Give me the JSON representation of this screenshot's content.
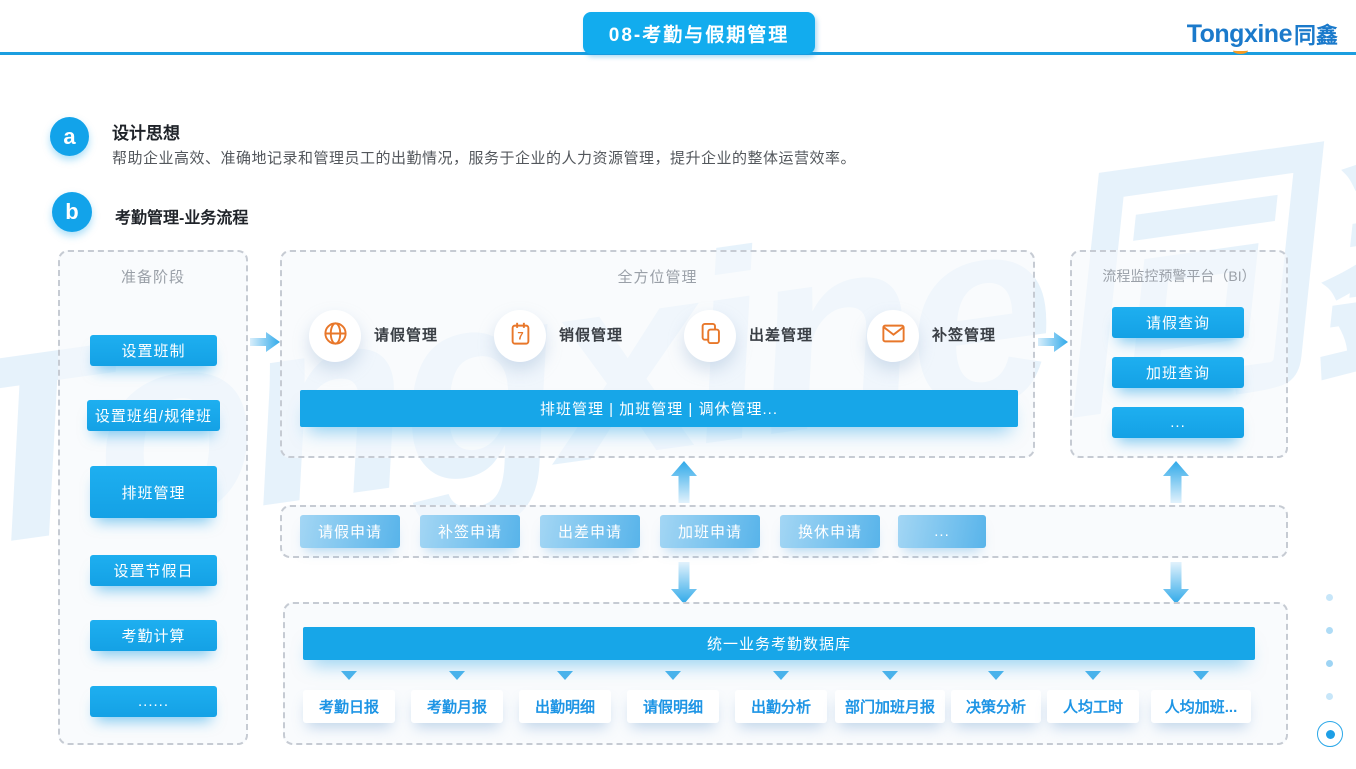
{
  "watermark": "Tongxine同鑫",
  "header": {
    "banner": "08-考勤与假期管理",
    "logo_en": "Tongxine",
    "logo_cn": "同鑫"
  },
  "section_a": {
    "badge": "a",
    "title": "设计思想",
    "description": "帮助企业高效、准确地记录和管理员工的出勤情况，服务于企业的人力资源管理，提升企业的整体运营效率。"
  },
  "section_b": {
    "badge": "b",
    "title": "考勤管理-业务流程"
  },
  "prep": {
    "title": "准备阶段",
    "buttons": [
      "设置班制",
      "设置班组/规律班",
      "排班管理",
      "设置节假日",
      "考勤计算",
      "......"
    ]
  },
  "management": {
    "title": "全方位管理",
    "calendar_digit": "7",
    "items": [
      {
        "icon": "globe-icon",
        "label": "请假管理"
      },
      {
        "icon": "calendar-icon",
        "label": "销假管理"
      },
      {
        "icon": "copy-icon",
        "label": "出差管理"
      },
      {
        "icon": "mail-icon",
        "label": "补签管理"
      }
    ],
    "bar": "排班管理 | 加班管理 | 调休管理..."
  },
  "bi": {
    "title": "流程监控预警平台（BI）",
    "buttons": [
      "请假查询",
      "加班查询",
      "..."
    ]
  },
  "applications": [
    "请假申请",
    "补签申请",
    "出差申请",
    "加班申请",
    "换休申请",
    "..."
  ],
  "database": {
    "bar": "统一业务考勤数据库",
    "reports": [
      "考勤日报",
      "考勤月报",
      "出勤明细",
      "请假明细",
      "出勤分析",
      "部门加班月报",
      "决策分析",
      "人均工时",
      "人均加班..."
    ]
  },
  "colors": {
    "primary_blue": "#17A6E8",
    "banner_blue": "#12ACEE",
    "logo_blue": "#1B7ACB",
    "icon_orange": "#E8772A",
    "muted_text": "#9AA0A8"
  }
}
